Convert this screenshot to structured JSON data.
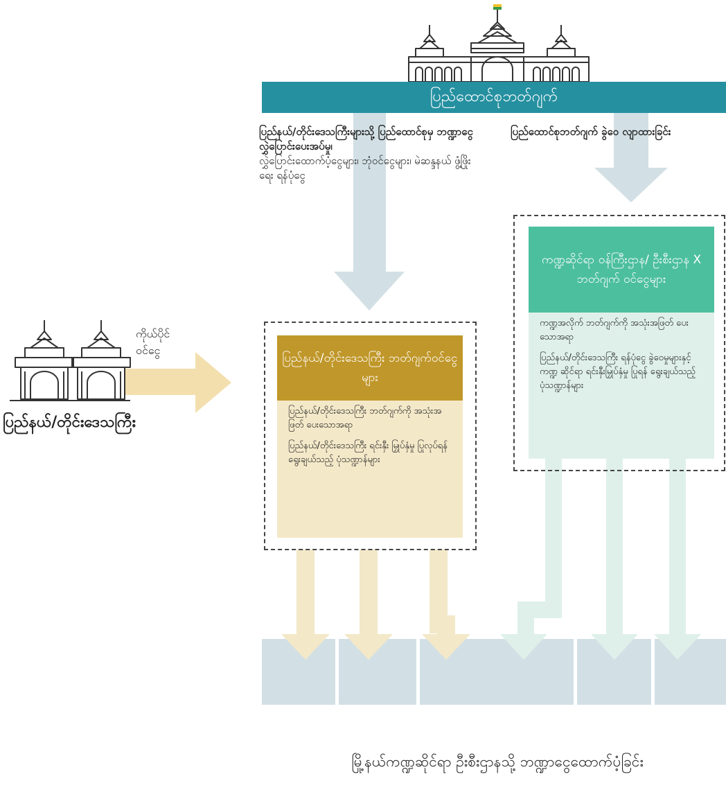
{
  "union_banner": {
    "label": "ပြည်ထောင်စုဘတ်ဂျက်"
  },
  "left_note": {
    "bold": "ပြည်နယ်/တိုင်းဒေသကြီးများသို့ ပြည်ထောင်စုမှ ဘဏ္ဍာငွေ လွှဲပြောင်းပေးအပ်မှု၊",
    "text": "လွှဲပြောင်းထောက်ပံ့ငွေများ၊ ဘုံဝင်ငွေများ၊ မဲဆန္ဒနယ် ဖွံ့ဖြိုးရေး ရန်ပုံငွေ"
  },
  "right_note": {
    "bold": "ပြည်ထောင်စုဘတ်ဂျက် ခွဲဝေ လျာထားခြင်း"
  },
  "state_box": {
    "title": "ပြည်နယ်/တိုင်းဒေသကြီး ဘတ်ဂျက်ဝင်ငွေများ",
    "items": [
      "ပြည်နယ်/တိုင်းဒေသကြီး ဘတ်ဂျက်ကို အသုံးအဖြတ် ပေးသောအရာ",
      "ပြည်နယ်/တိုင်းဒေသကြီး ရင်းနှီး မြှုပ်နှံမှု ပြုလုပ်ရန်ရွေးချယ်သည့် ပုံသဏ္ဍာန်များ"
    ]
  },
  "sector_box": {
    "title": "ကဏ္ဍဆိုင်ရာ ဝန်ကြီးဌာန/ ဦးစီးဌာန X ဘတ်ဂျက် ဝင်ငွေများ",
    "items": [
      "ကဏ္ဍအလိုက် ဘတ်ဂျက်ကို အသုံးအဖြတ် ပေးသောအရာ",
      "ပြည်နယ်/တိုင်းဒေသကြီး ရန်ပုံငွေ ခွဲဝေမှုများနှင့် ကဏ္ဍ ဆိုင်ရာ ရင်းနှီးမြှုပ်နှံမှု ပြုရန် ရွေးချယ်သည့် ပုံသဏ္ဍာန်များ"
    ]
  },
  "own_revenue": {
    "label": "ကိုယ်ပိုင် ဝင်ငွေ"
  },
  "state_label": "ပြည်နယ်/တိုင်းဒေသကြီး",
  "bottom_caption": "မြို့နယ်ကဏ္ဍဆိုင်ရာ ဦးစီးဌာနသို့ ဘဏ္ဍာငွေထောက်ပံ့ခြင်း",
  "colors": {
    "teal": "#2590a0",
    "gold": "#c0972a",
    "cream": "#f3e8c8",
    "green": "#4cbf9f",
    "mint": "#dff0ea",
    "blue_grey": "#d2e0e5"
  }
}
